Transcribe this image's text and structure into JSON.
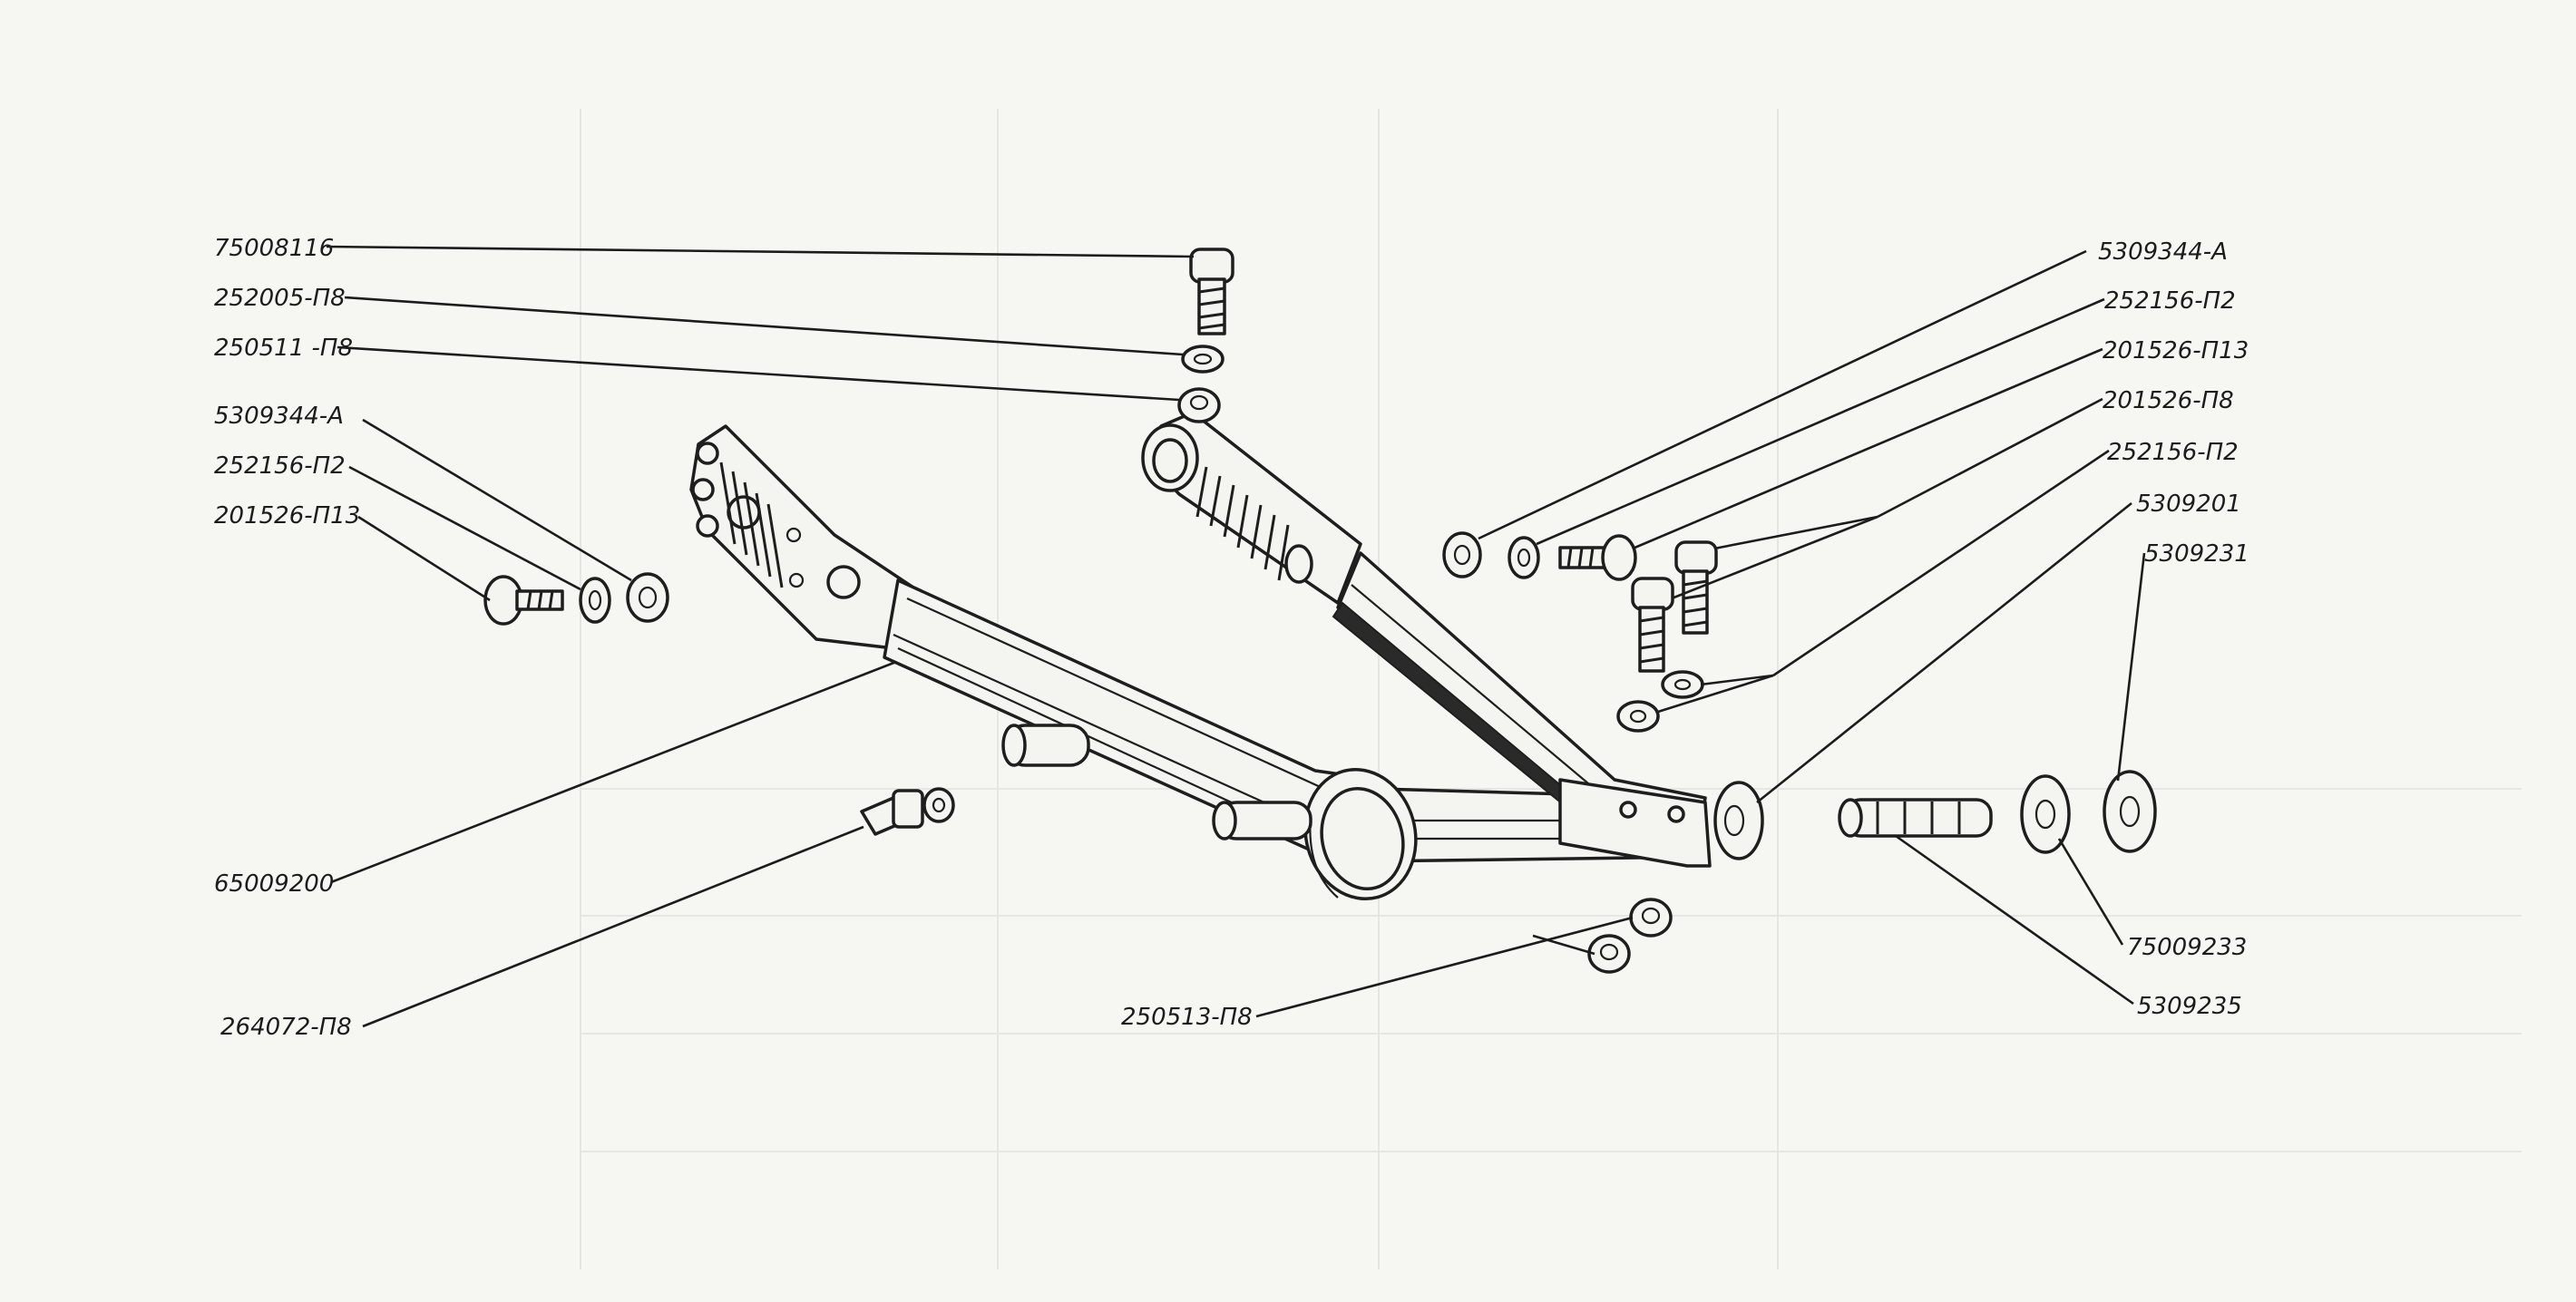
{
  "diagram": {
    "part_labels": {
      "l01": "75008116",
      "l02": "252005-П8",
      "l03": "250511 -П8",
      "l04": "5309344-А",
      "l05": "252156-П2",
      "l06": "201526-П13",
      "l07": "65009200",
      "l08": "264072-П8",
      "l09": "250513-П8",
      "r01": "5309344-А",
      "r02": "252156-П2",
      "r03": "201526-П13",
      "r04": "201526-П8",
      "r05": "252156-П2",
      "r06": "5309201",
      "r07": "5309231",
      "r08": "75009233",
      "r09": "5309235"
    }
  }
}
